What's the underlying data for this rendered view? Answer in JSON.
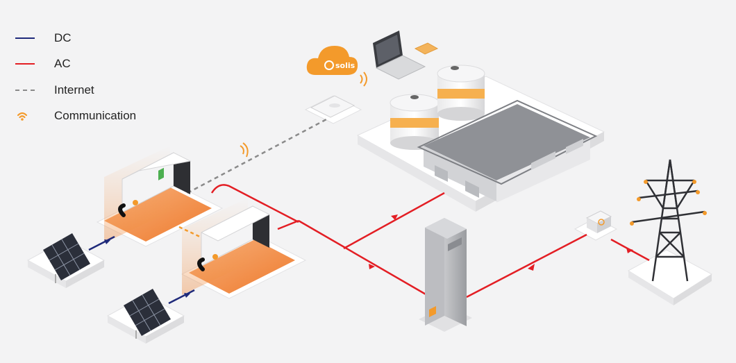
{
  "legend": {
    "items": [
      {
        "label": "DC",
        "kind": "line",
        "color": "#1f2a7a"
      },
      {
        "label": "AC",
        "kind": "line",
        "color": "#e31e24"
      },
      {
        "label": "Internet",
        "kind": "dash",
        "color": "#8a8a8a"
      },
      {
        "label": "Communication",
        "kind": "wifi",
        "color": "#f39a2b"
      }
    ]
  },
  "cloud": {
    "brand": "solis"
  },
  "colors": {
    "dc": "#1f2a7a",
    "ac": "#e31e24",
    "internet": "#8a8a8a",
    "communication": "#f39a2b",
    "accent": "#f39a2b"
  }
}
